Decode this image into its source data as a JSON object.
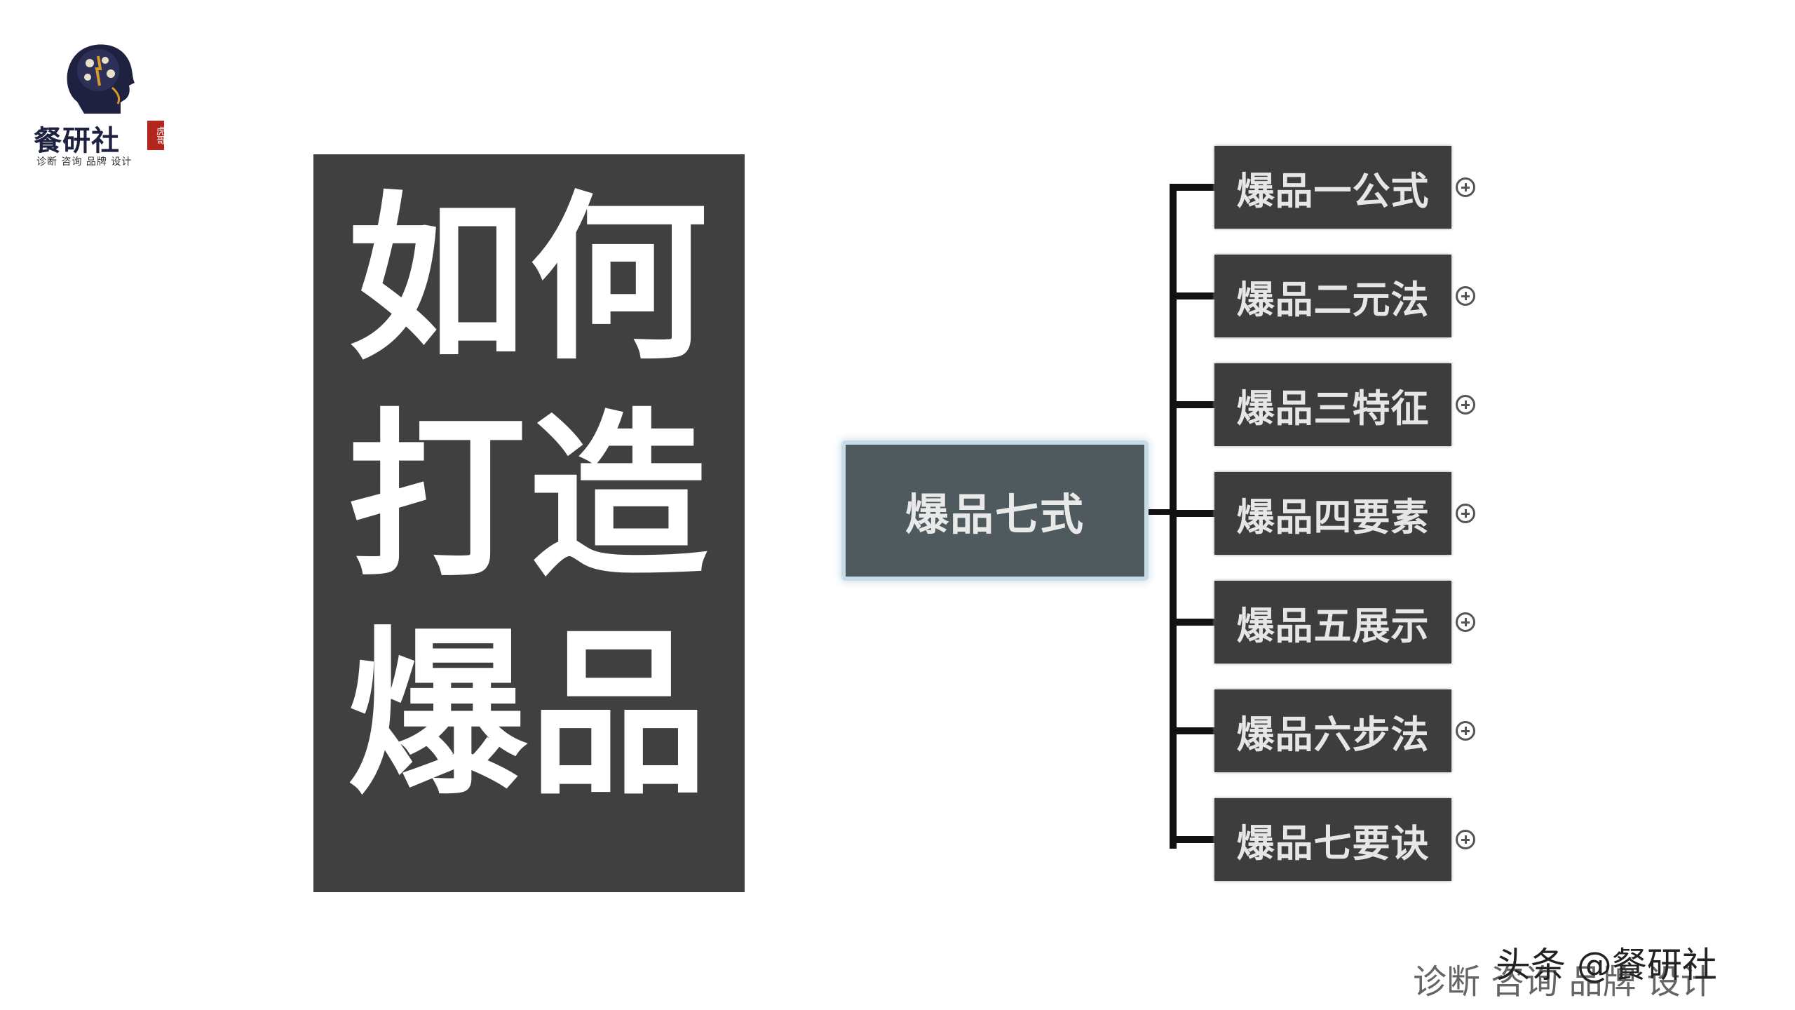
{
  "logo": {
    "brand": "餐研社",
    "seal": "虎哥",
    "tagline": "诊断 咨询 品牌 设计"
  },
  "title": {
    "line1": "如何",
    "line2": "打造",
    "line3": "爆品"
  },
  "mindmap": {
    "root": "爆品七式",
    "children": [
      "爆品一公式",
      "爆品二元法",
      "爆品三特征",
      "爆品四要素",
      "爆品五展示",
      "爆品六步法",
      "爆品七要诀"
    ]
  },
  "watermark": {
    "main": "头条 @餐研社",
    "sub": "诊断 咨询 品牌 设计"
  }
}
